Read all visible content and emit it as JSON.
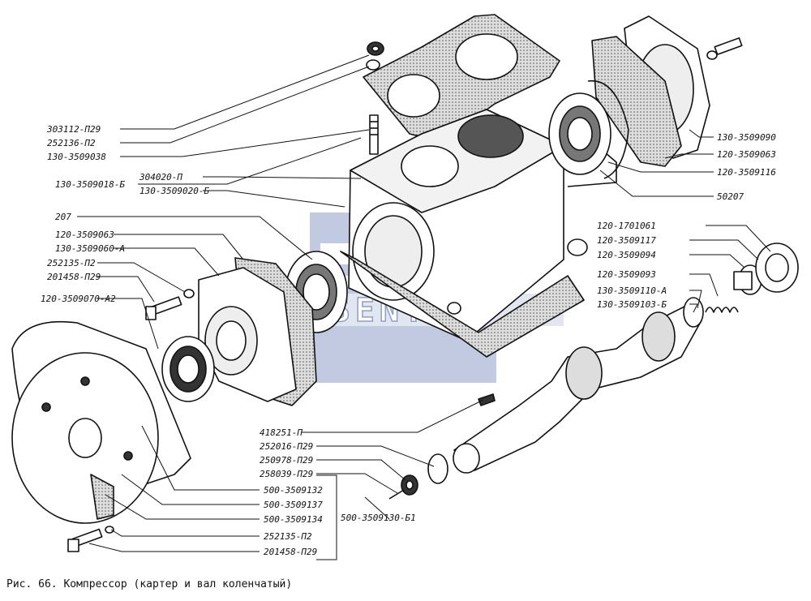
{
  "caption": "Рис. 66. Компрессор (картер и вал коленчатый)",
  "watermark": "SENTAI",
  "colors": {
    "line": "#111111",
    "watermark": "#8fa0c8",
    "background": "#ffffff"
  },
  "labels": {
    "l303112": "303112-П29",
    "l252136": "252136-П2",
    "l130_3509038": "130-3509038",
    "l130_3509018": "130-3509018-Б",
    "l304020": "304020-П",
    "l130_3509020": "130-3509020-Б",
    "l207": "207",
    "l120_3509063a": "120-3509063",
    "l130_3509060": "130-3509060-А",
    "l252135a": "252135-П2",
    "l201458a": "201458-П29",
    "l120_3509070": "120-3509070-А2",
    "l130_3509090": "130-3509090",
    "l120_3509063b": "120-3509063",
    "l120_3509116": "120-3509116",
    "l50207": "50207",
    "l120_1701061": "120-1701061",
    "l120_3509117": "120-3509117",
    "l120_3509094": "120-3509094",
    "l120_3509093": "120-3509093",
    "l130_3509110": "130-3509110-А",
    "l130_3509103": "130-3509103-Б",
    "l418251": "418251-П",
    "l252016": "252016-П29",
    "l250978": "250978-П29",
    "l258039": "258039-П29",
    "l500_3509130": "500-3509130-Б1",
    "l500_3509132": "500-3509132",
    "l500_3509137": "500-3509137",
    "l500_3509134": "500-3509134",
    "l252135b": "252135-П2",
    "l201458b": "201458-П29"
  }
}
